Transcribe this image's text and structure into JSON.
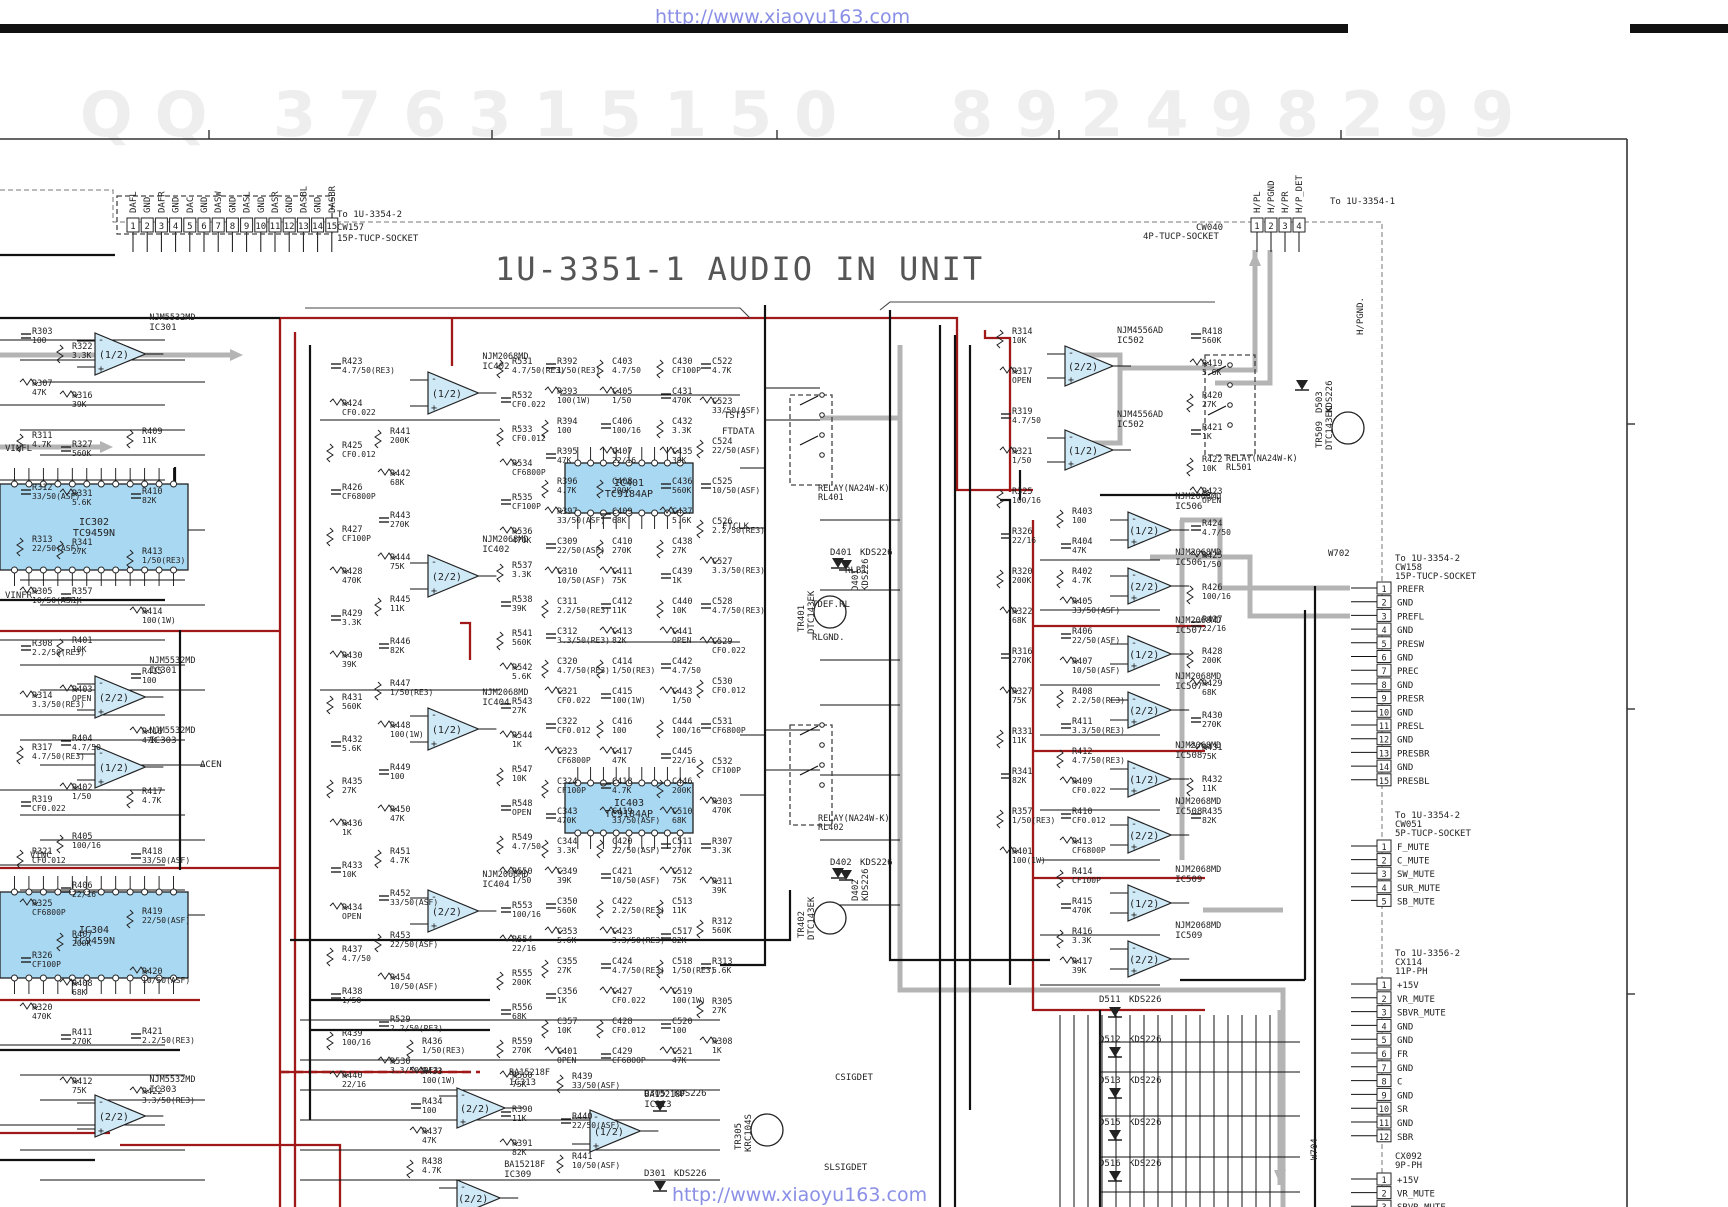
{
  "header": {
    "url_top": "http://www.xiaoyu163.com",
    "url_bottom": "http://www.xiaoyu163.com"
  },
  "watermark": {
    "digits_left": "QQ 376315150",
    "digits_right": "892498299"
  },
  "title": "1U-3351-1   AUDIO IN UNIT",
  "colors": {
    "wire": "#111111",
    "red": "#a01818",
    "opamp": "#cfe9f7",
    "ic": "#a9d8f2",
    "grey_bus": "#b4b4b4"
  },
  "connectors": {
    "cw157": {
      "ref": "CW157",
      "type": "15P-TUCP-SOCKET",
      "to": "To 1U-3354-2",
      "pins": [
        "DAFL",
        "GND",
        "DAFR",
        "GND",
        "DAC",
        "GND",
        "DASW",
        "GND",
        "DASL",
        "GND",
        "DASR",
        "GND",
        "DASBL",
        "GND",
        "DASBR"
      ]
    },
    "cw040": {
      "ref": "CW040",
      "type": "4P-TUCP-SOCKET",
      "to": "To 1U-3354-1",
      "pins": [
        "H/PL",
        "H/PGND",
        "H/PR",
        "H/P_DET"
      ]
    },
    "cw158": {
      "ref": "CW158",
      "type": "15P-TUCP-SOCKET",
      "to": "To 1U-3354-2",
      "pins": [
        "PREFR",
        "GND",
        "PREFL",
        "GND",
        "PRESW",
        "GND",
        "PREC",
        "GND",
        "PRESR",
        "GND",
        "PRESL",
        "GND",
        "PRESBR",
        "GND",
        "PRESBL"
      ]
    },
    "cw051": {
      "ref": "CW051",
      "type": "5P-TUCP-SOCKET",
      "to": "To 1U-3354-2",
      "pins": [
        "F_MUTE",
        "C_MUTE",
        "SW_MUTE",
        "SUR_MUTE",
        "SB_MUTE"
      ]
    },
    "cx114": {
      "ref": "CX114",
      "type": "11P-PH",
      "to": "To 1U-3356-2",
      "pins": [
        "+15V",
        "VR_MUTE",
        "SBVR_MUTE",
        "GND",
        "GND",
        "FR",
        "GND",
        "C",
        "GND",
        "SR",
        "GND",
        "SBR"
      ]
    },
    "cx092": {
      "ref": "CX092",
      "type": "9P-PH",
      "pins": [
        "+15V",
        "VR_MUTE",
        "SBVR_MUTE"
      ]
    }
  },
  "ics": [
    {
      "ref": "IC302",
      "part": "TC9459N"
    },
    {
      "ref": "IC304",
      "part": "TC9459N"
    },
    {
      "ref": "IC401",
      "part": "TC9184AP"
    },
    {
      "ref": "IC403",
      "part": "TC9184AP"
    }
  ],
  "opamps": [
    {
      "ref": "IC301",
      "unit": "(1/2)",
      "part": "NJM5532MD"
    },
    {
      "ref": "IC301",
      "unit": "(2/2)",
      "part": "NJM5532MD"
    },
    {
      "ref": "IC303",
      "unit": "(1/2)",
      "part": "NJM5532MD"
    },
    {
      "ref": "IC303",
      "unit": "(2/2)",
      "part": "NJM5532MD"
    },
    {
      "ref": "IC402",
      "unit": "(1/2)",
      "part": "NJM2068MD"
    },
    {
      "ref": "IC402",
      "unit": "(2/2)",
      "part": "NJM2068MD"
    },
    {
      "ref": "IC404",
      "unit": "(1/2)",
      "part": "NJM2068MD"
    },
    {
      "ref": "IC404",
      "unit": "(2/2)",
      "part": "NJM2068MD"
    },
    {
      "ref": "IC502",
      "unit": "(2/2)",
      "part": "NJM4556AD"
    },
    {
      "ref": "IC502",
      "unit": "(1/2)",
      "part": "NJM4556AD"
    },
    {
      "ref": "IC506",
      "unit": "(1/2)",
      "part": "NJM2068MD"
    },
    {
      "ref": "IC506",
      "unit": "(2/2)",
      "part": "NJM2068MD"
    },
    {
      "ref": "IC507",
      "unit": "(1/2)",
      "part": "NJM2068MD"
    },
    {
      "ref": "IC507",
      "unit": "(2/2)",
      "part": "NJM2068MD"
    },
    {
      "ref": "IC508",
      "unit": "(1/2)",
      "part": "NJM2068MD"
    },
    {
      "ref": "IC508",
      "unit": "(2/2)",
      "part": "NJM2068MD"
    },
    {
      "ref": "IC509",
      "unit": "(1/2)",
      "part": "NJM2068MD"
    },
    {
      "ref": "IC509",
      "unit": "(2/2)",
      "part": "NJM2068MD"
    },
    {
      "ref": "IC313",
      "unit": "(2/2)",
      "part": "BA15218F"
    },
    {
      "ref": "IC313",
      "unit": "(1/2)",
      "part": "BA15218F"
    },
    {
      "ref": "IC309",
      "unit": "(2/2)",
      "part": "BA15218F"
    }
  ],
  "relays": [
    {
      "ref": "RL401",
      "label": "RELAY(NA24W-K)"
    },
    {
      "ref": "RL402",
      "label": "RELAY(NA24W-K)"
    },
    {
      "ref": "RL501",
      "label": "RELAY(NA24W-K)"
    }
  ],
  "transistors": [
    {
      "ref": "TR401",
      "part": "DTC143EK"
    },
    {
      "ref": "TR402",
      "part": "DTC143EK"
    },
    {
      "ref": "TR305",
      "part": "KRC104S"
    },
    {
      "ref": "TR509",
      "part": "DTC143EK"
    }
  ],
  "diodes": [
    {
      "ref": "D401",
      "part": "KDS226"
    },
    {
      "ref": "D402",
      "part": "KDS226"
    },
    {
      "ref": "D503",
      "part": "KDS226"
    },
    {
      "ref": "D305",
      "part": "KDS226"
    },
    {
      "ref": "D301",
      "part": "KDS226"
    },
    {
      "ref": "D511",
      "part": "KDS226"
    },
    {
      "ref": "D512",
      "part": "KDS226"
    },
    {
      "ref": "D513",
      "part": "KDS226"
    },
    {
      "ref": "D515",
      "part": "KDS226"
    },
    {
      "ref": "D516",
      "part": "KDS226"
    }
  ],
  "signals": [
    "TST3",
    "FTDATA",
    "FTCLK",
    "TDEF.RL",
    "RLGND.",
    "RLB1",
    "VINFL",
    "VINFR",
    "VINC",
    "ΔCEN",
    "CSIGDET",
    "SLSIGDET",
    "W702",
    "W704",
    "H/PGND."
  ],
  "components": [
    "R303",
    "R307",
    "R311",
    "R312",
    "R313",
    "R305",
    "R308",
    "R314",
    "R317",
    "R319",
    "R321",
    "R325",
    "R326",
    "R320",
    "R322",
    "R316",
    "R327",
    "R331",
    "R341",
    "R357",
    "R401",
    "R403",
    "R404",
    "R402",
    "R405",
    "R406",
    "R407",
    "R408",
    "R411",
    "R412",
    "R409",
    "R410",
    "R413",
    "R414",
    "R415",
    "R416",
    "R417",
    "R418",
    "R419",
    "R420",
    "R421",
    "R422",
    "R423",
    "R424",
    "R425",
    "R426",
    "R427",
    "R428",
    "R429",
    "R430",
    "R431",
    "R432",
    "R435",
    "R436",
    "R433",
    "R434",
    "R437",
    "R438",
    "R439",
    "R440",
    "R441",
    "R442",
    "R443",
    "R444",
    "R445",
    "R446",
    "R447",
    "R448",
    "R449",
    "R450",
    "R451",
    "R452",
    "R453",
    "R454",
    "R529",
    "R530",
    "R531",
    "R532",
    "R533",
    "R534",
    "R535",
    "R536",
    "R537",
    "R538",
    "R541",
    "R542",
    "R543",
    "R544",
    "R547",
    "R548",
    "R549",
    "R550",
    "R553",
    "R554",
    "R555",
    "R556",
    "R559",
    "R560",
    "R390",
    "R391",
    "R392",
    "R393",
    "R394",
    "R395",
    "R396",
    "R397",
    "C309",
    "C310",
    "C311",
    "C312",
    "C320",
    "C321",
    "C322",
    "C323",
    "C324",
    "C343",
    "C344",
    "C349",
    "C350",
    "C353",
    "C355",
    "C356",
    "C357",
    "C401",
    "C403",
    "C405",
    "C406",
    "C407",
    "C408",
    "C409",
    "C410",
    "C411",
    "C412",
    "C413",
    "C414",
    "C415",
    "C416",
    "C417",
    "C418",
    "C419",
    "C420",
    "C421",
    "C422",
    "C423",
    "C424",
    "C427",
    "C428",
    "C429",
    "C430",
    "C431",
    "C432",
    "C435",
    "C436",
    "C437",
    "C438",
    "C439",
    "C440",
    "C441",
    "C442",
    "C443",
    "C444",
    "C445",
    "C446",
    "C510",
    "C511",
    "C512",
    "C513",
    "C517",
    "C518",
    "C519",
    "C520",
    "C521",
    "C522",
    "C523",
    "C524",
    "C525",
    "C526",
    "C527",
    "C528",
    "C529",
    "C530",
    "C531",
    "C532"
  ],
  "values": [
    "100",
    "47K",
    "4.7K",
    "33/50(ASF)",
    "22/50(ASF)",
    "10/50(ASF)",
    "2.2/50(RE3)",
    "3.3/50(RE3)",
    "4.7/50(RE3)",
    "CF0.022",
    "CF0.012",
    "CF6800P",
    "CF100P",
    "470K",
    "3.3K",
    "39K",
    "560K",
    "5.6K",
    "27K",
    "1K",
    "10K",
    "OPEN",
    "4.7/50",
    "1/50",
    "100/16",
    "22/16",
    "200K",
    "68K",
    "270K",
    "75K",
    "11K",
    "82K",
    "1/50(RE3)",
    "100(1W)"
  ]
}
